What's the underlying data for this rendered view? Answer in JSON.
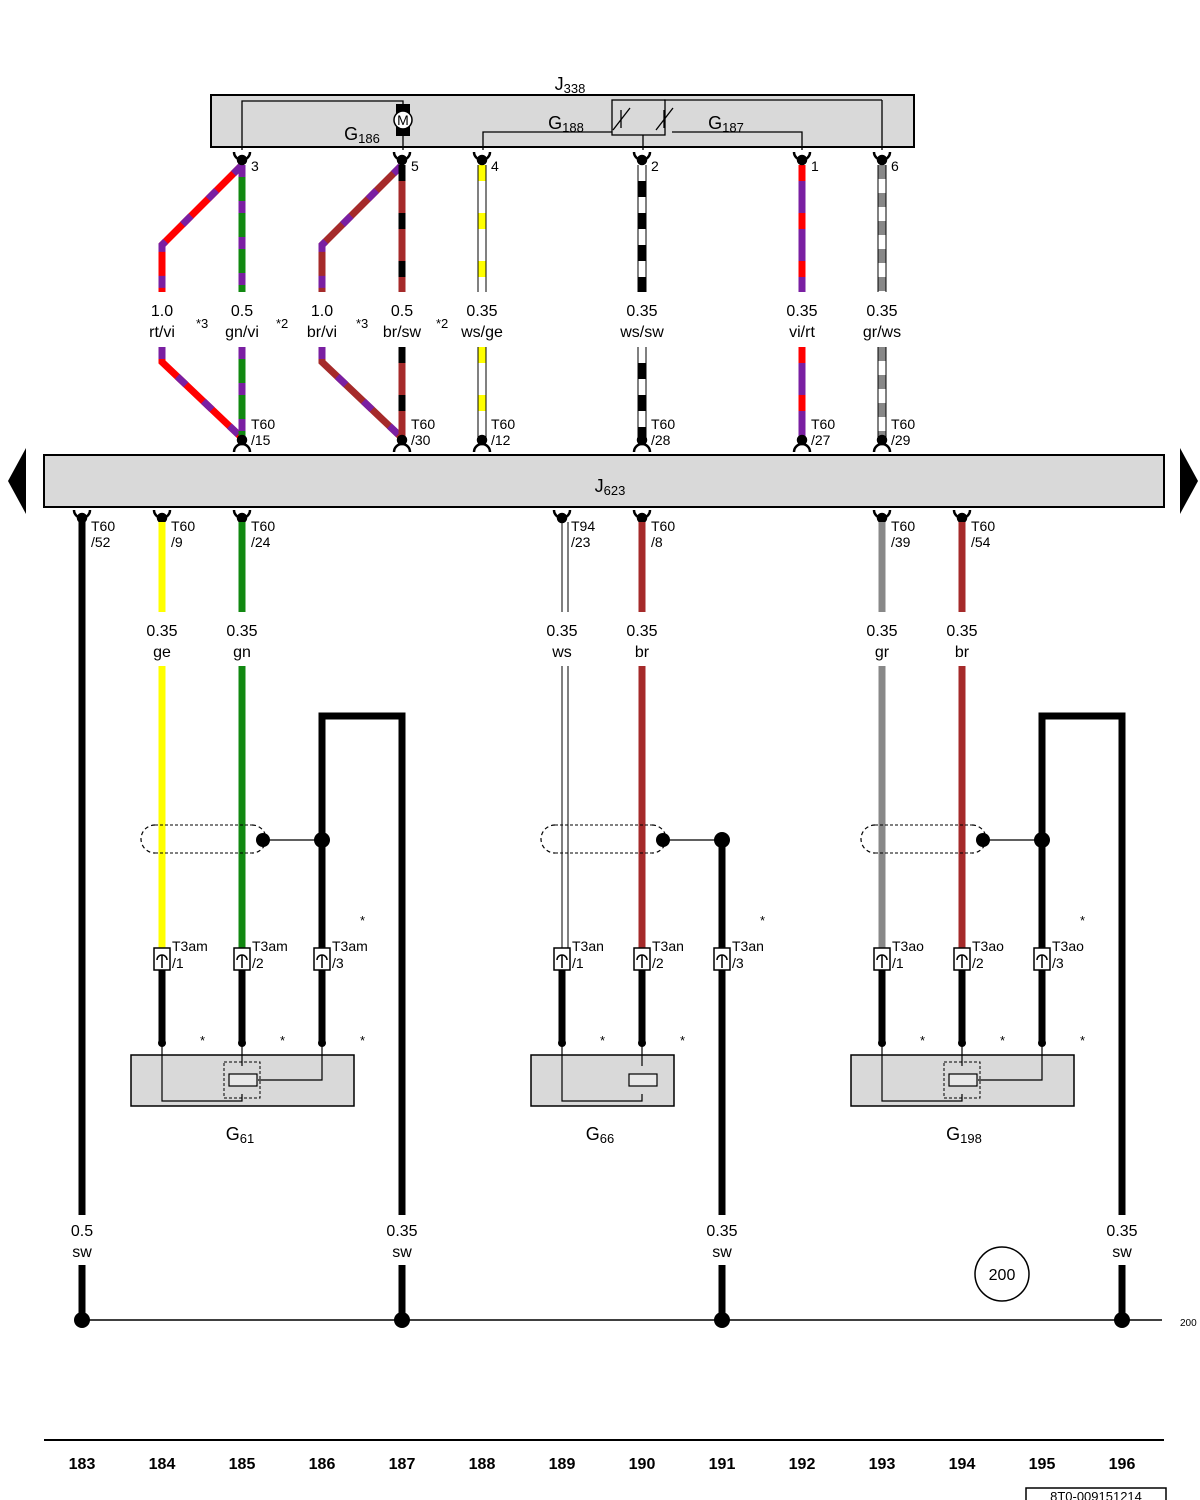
{
  "components": {
    "j338": {
      "main": "J",
      "sub": "338"
    },
    "j623": {
      "main": "J",
      "sub": "623"
    },
    "g186": {
      "main": "G",
      "sub": "186"
    },
    "g188": {
      "main": "G",
      "sub": "188"
    },
    "g187": {
      "main": "G",
      "sub": "187"
    },
    "g61": {
      "main": "G",
      "sub": "61"
    },
    "g66": {
      "main": "G",
      "sub": "66"
    },
    "g198": {
      "main": "G",
      "sub": "198"
    },
    "motor_symbol": "M"
  },
  "upper_wires": [
    {
      "j338_pin": "3",
      "gauge": "1.0",
      "color": "rt/vi",
      "t60": "T60",
      "t60_pin": "/15",
      "note": ""
    },
    {
      "gauge": "0.5",
      "color": "gn/vi",
      "note": "*3"
    },
    {
      "j338_pin": "5",
      "gauge": "1.0",
      "color": "br/vi",
      "t60": "T60",
      "t60_pin": "/30",
      "note": "*2"
    },
    {
      "gauge": "0.5",
      "color": "br/sw",
      "note": "*3"
    },
    {
      "j338_pin": "4",
      "gauge": "0.35",
      "color": "ws/ge",
      "t60": "T60",
      "t60_pin": "/12",
      "note": "*2"
    },
    {
      "j338_pin": "2",
      "gauge": "0.35",
      "color": "ws/sw",
      "t60": "T60",
      "t60_pin": "/28"
    },
    {
      "j338_pin": "1",
      "gauge": "0.35",
      "color": "vi/rt",
      "t60": "T60",
      "t60_pin": "/27"
    },
    {
      "j338_pin": "6",
      "gauge": "0.35",
      "color": "gr/ws",
      "t60": "T60",
      "t60_pin": "/29"
    }
  ],
  "lower_wires": [
    {
      "conn": "T60",
      "pin": "/52",
      "gauge": "0.5",
      "color": "sw"
    },
    {
      "conn": "T60",
      "pin": "/9",
      "gauge": "0.35",
      "color": "ge"
    },
    {
      "conn": "T60",
      "pin": "/24",
      "gauge": "0.35",
      "color": "gn"
    },
    {
      "conn": "T94",
      "pin": "/23",
      "gauge": "0.35",
      "color": "ws"
    },
    {
      "conn": "T60",
      "pin": "/8",
      "gauge": "0.35",
      "color": "br"
    },
    {
      "conn": "T60",
      "pin": "/39",
      "gauge": "0.35",
      "color": "gr"
    },
    {
      "conn": "T60",
      "pin": "/54",
      "gauge": "0.35",
      "color": "br"
    }
  ],
  "ground_wires": [
    {
      "gauge": "0.35",
      "color": "sw"
    },
    {
      "gauge": "0.35",
      "color": "sw"
    },
    {
      "gauge": "0.35",
      "color": "sw"
    }
  ],
  "sensor_connectors": [
    {
      "conn": "T3am",
      "pin": "/1"
    },
    {
      "conn": "T3am",
      "pin": "/2"
    },
    {
      "conn": "T3am",
      "pin": "/3"
    },
    {
      "conn": "T3an",
      "pin": "/1"
    },
    {
      "conn": "T3an",
      "pin": "/2"
    },
    {
      "conn": "T3an",
      "pin": "/3"
    },
    {
      "conn": "T3ao",
      "pin": "/1"
    },
    {
      "conn": "T3ao",
      "pin": "/2"
    },
    {
      "conn": "T3ao",
      "pin": "/3"
    }
  ],
  "star": "*",
  "ground_point": "200",
  "ground_ref": "200",
  "columns": [
    "183",
    "184",
    "185",
    "186",
    "187",
    "188",
    "189",
    "190",
    "191",
    "192",
    "193",
    "194",
    "195",
    "196"
  ],
  "doc_id": "8T0-009151214",
  "colors": {
    "rt": "#ff0000",
    "vi": "#7a1fa2",
    "gn": "#118811",
    "br": "#a52a2a",
    "sw": "#000000",
    "ws": "#ffffff",
    "ge": "#ffff00",
    "gr": "#888888",
    "box": "#d9d9d9"
  }
}
